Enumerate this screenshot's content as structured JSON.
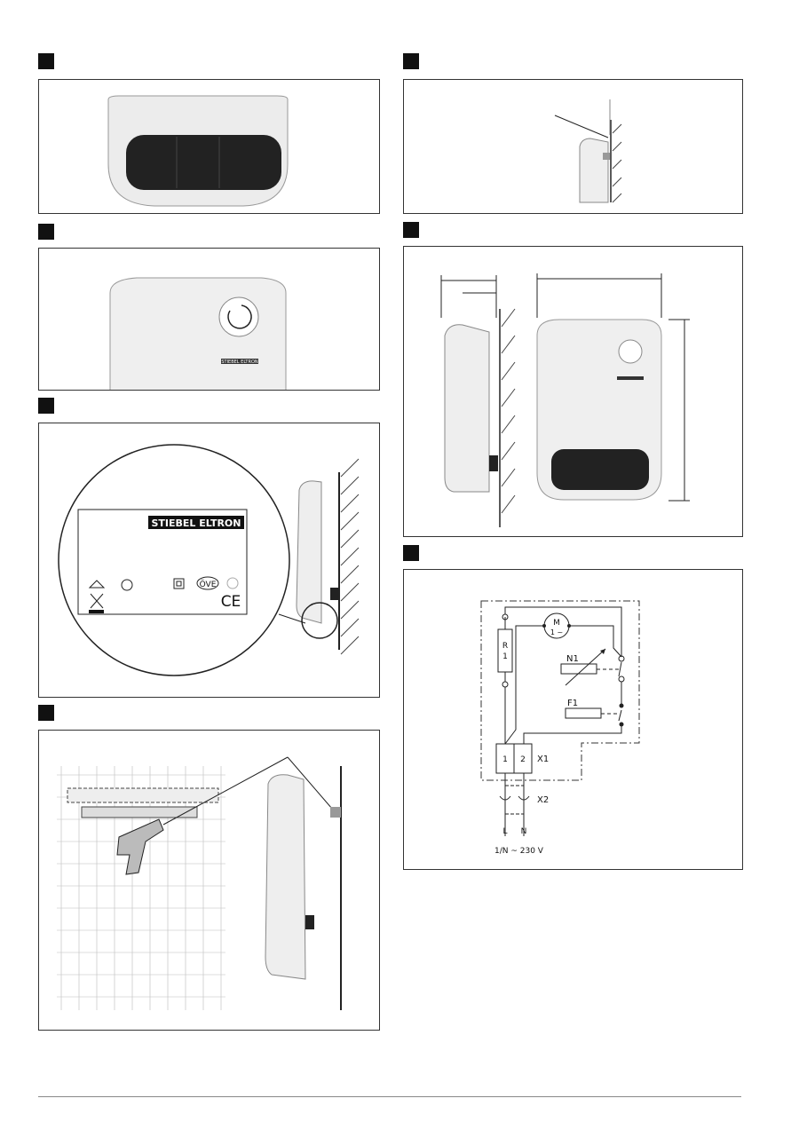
{
  "logo": "STIEBEL ELTRON",
  "label_plate": {
    "ove": "ÖVE",
    "ce": "CE"
  },
  "circuit": {
    "motor": "M",
    "motor_phase": "1 ~",
    "resistor": "R",
    "resistor_num": "1",
    "thermostat": "N1",
    "limiter": "F1",
    "terminal_1": "1",
    "terminal_2": "2",
    "terminal_block": "X1",
    "connector": "X2",
    "line": "L",
    "neutral": "N",
    "supply": "1/N ~ 230 V"
  }
}
